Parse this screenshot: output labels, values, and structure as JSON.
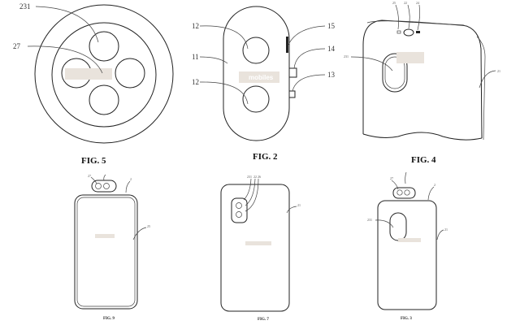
{
  "watermark": "mobiles",
  "figures": {
    "fig5": {
      "caption": "FIG. 5",
      "labels": [
        "231",
        "27"
      ]
    },
    "fig2": {
      "caption": "FIG. 2",
      "labels": [
        "12",
        "11",
        "12",
        "15",
        "14",
        "13"
      ]
    },
    "fig4": {
      "caption": "FIG. 4",
      "labels": [
        "25",
        "22",
        "24",
        "231",
        "21"
      ]
    },
    "fig9": {
      "caption": "FIG. 9",
      "labels": [
        "27",
        "2",
        "25"
      ]
    },
    "fig7": {
      "caption": "FIG. 7",
      "labels": [
        "231",
        "22",
        "26",
        "21"
      ]
    },
    "fig3": {
      "caption": "FIG. 3",
      "labels": [
        "27",
        "2",
        "231",
        "21"
      ]
    }
  }
}
